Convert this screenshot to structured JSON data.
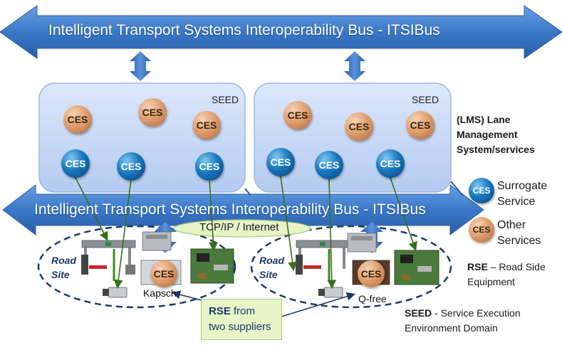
{
  "top_bus": {
    "label": "Intelligent Transport Systems Interoperability Bus - ITSIBus"
  },
  "bottom_bus": {
    "label": "Intelligent Transport Systems Interoperability Bus - ITSIBus"
  },
  "seed_boxes": [
    {
      "label": "SEED",
      "ces_other": [
        "CES",
        "CES",
        "CES"
      ],
      "ces_surrogate": [
        "CES",
        "CES",
        "CES"
      ]
    },
    {
      "label": "SEED",
      "ces_other": [
        "CES",
        "CES",
        "CES"
      ],
      "ces_surrogate": [
        "CES",
        "CES",
        "CES"
      ]
    }
  ],
  "lms_label": "(LMS) Lane Management System/services",
  "legend": {
    "surrogate_icon": "CES",
    "surrogate_text": "Surrogate Service",
    "other_icon": "CES",
    "other_text": "Other Services",
    "rse_abbr": "RSE",
    "rse_text": "– Road Side Equipment",
    "seed_abbr": "SEED",
    "seed_text": "- Service Execution Environment Domain"
  },
  "tcpip_label": "TCP/IP / Internet",
  "road_sites": [
    {
      "label": "Road Site",
      "ces": "CES",
      "supplier": "Kapsch"
    },
    {
      "label": "Road Site",
      "ces": "CES",
      "supplier": "Q-free"
    }
  ],
  "rse_callout": {
    "abbr": "RSE",
    "text1": "from",
    "text2": "two suppliers"
  },
  "colors": {
    "bus_blue": "#3a78c8",
    "seed_fill": "#c6d8f6",
    "surrogate_blue": "#1a78c0",
    "other_orange": "#e0a070",
    "link_green": "#3a6e1a",
    "dashed_navy": "#1f3864"
  }
}
